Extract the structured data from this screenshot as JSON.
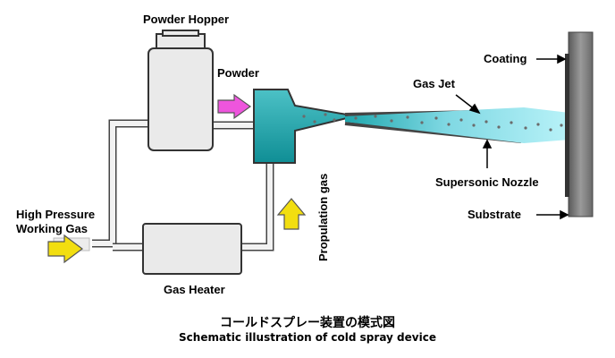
{
  "labels": {
    "powder_hopper": "Powder Hopper",
    "powder": "Powder",
    "gas_jet": "Gas Jet",
    "coating": "Coating",
    "high_pressure_line1": "High Pressure",
    "high_pressure_line2": "Working Gas",
    "population_gas": "Propulation gas",
    "supersonic_nozzle": "Supersonic Nozzle",
    "substrate": "Substrate",
    "gas_heater": "Gas Heater"
  },
  "caption": {
    "title": "コールドスプレー装置の模式図",
    "subtitle": "Schematic illustration of cold spray device"
  },
  "colors": {
    "teal": "#1a9aa0",
    "magenta_arrow": "#ee55dd",
    "yellow_arrow": "#f2de10",
    "box_fill": "#eaeaea",
    "substrate_gray": "#777777"
  }
}
